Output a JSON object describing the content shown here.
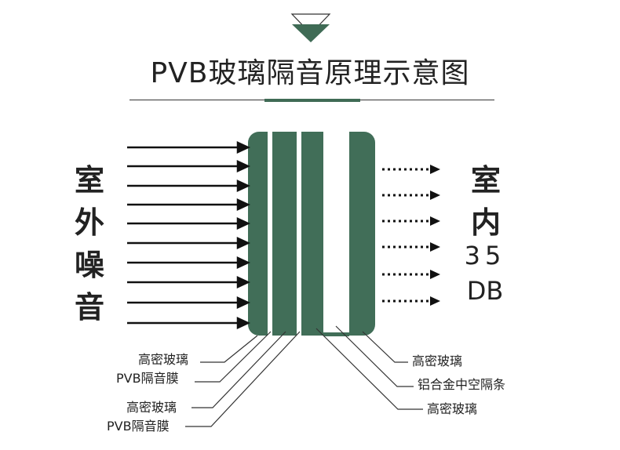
{
  "title": "PVB玻璃隔音原理示意图",
  "outdoor_label": [
    "室",
    "外",
    "噪",
    "音"
  ],
  "indoor_label": [
    "室",
    "内"
  ],
  "indoor_value": "35",
  "indoor_unit": "DB",
  "left_callouts": [
    "高密玻璃",
    "PVB隔音膜",
    "高密玻璃",
    "PVB隔音膜"
  ],
  "right_callouts": [
    "高密玻璃",
    "铝合金中空隔条",
    "高密玻璃"
  ],
  "colors": {
    "glass": "#416e58",
    "accent": "#3f6b55",
    "text": "#222222",
    "line": "#333333"
  }
}
